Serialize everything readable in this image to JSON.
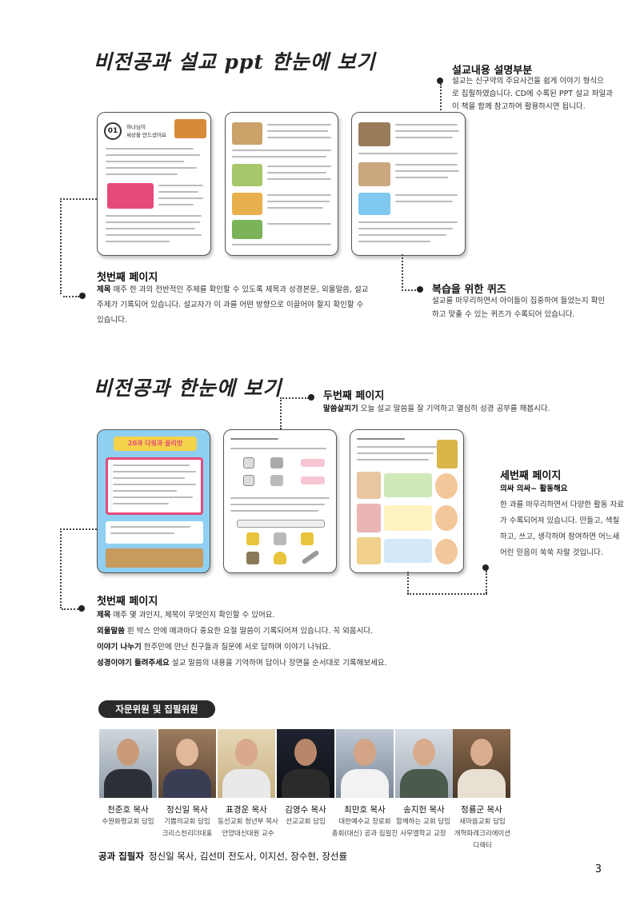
{
  "section1": {
    "title": "비전공과 설교 ppt 한눈에 보기",
    "explain_head": "설교내용 설명부분",
    "explain_lines": [
      "설교는 신구약의 주요사건을 쉽게 이야기 형식으",
      "로 집필하였습니다. CD에 수록된 PPT 설교 파일과",
      "이 책을 함께 참고하여 활용하시면 됩니다."
    ],
    "page1_head": "첫번째 페이지",
    "page1_label": "제목",
    "page1_lines": [
      " 매주 한 과의 전반적인 주제를 확인할 수 있도록 제목과 성경본문, 외울말씀, 설교",
      "주제가 기록되어 있습니다. 설교자가 이 과를 어떤 방향으로 이끌어야 할지 확인할 수",
      "있습니다."
    ],
    "quiz_head": "복습을 위한 퀴즈",
    "quiz_lines": [
      "설교를 마무리하면서 아이들이 집중하여 들었는지 확인",
      "하고 맞출 수 있는 퀴즈가 수록되어 있습니다."
    ],
    "thumb1_number": "01",
    "thumb1_title": "하나님이",
    "thumb1_title2": "세상을 만드셨어요"
  },
  "section2": {
    "title": "비전공과 한눈에 보기",
    "p2_head": "두번째 페이지",
    "p2_label": "말씀살피기",
    "p2_text": " 오늘 설교 말씀을 잘 기억하고 열심히 성경 공부를 해봅시다.",
    "p3_head": "세번째 페이지",
    "p3_label": "의싸 의싸~ 활동해요",
    "p3_lines": [
      "한 과를 마무리하면서 다양한 활동 자료",
      "가 수록되어져 있습니다. 만들고, 색칠",
      "하고, 쓰고, 생각하며 참여하면 어느새",
      "어린 믿음이 쑥쑥 자랄 것입니다."
    ],
    "p1_head": "첫번째 페이지",
    "p1_items": [
      {
        "label": "제목",
        "text": " 매주 몇 과인지, 제목이 무엇인지 확인할 수 있어요."
      },
      {
        "label": "외울말씀",
        "text": " 흰 박스 안에 매과마다 중요한 요절 말씀이 기록되어져 있습니다. 꼭 외웁시다."
      },
      {
        "label": "이야기 나누기",
        "text": " 한주만에 만난 친구들과 질문에 서로 답하며 이야기 나눠요."
      },
      {
        "label": "성경이야기 들려주세요",
        "text": " 설교 말씀의 내용을 기억하며 답이나 장면을 순서대로 기록해보세요."
      }
    ],
    "thumb1_title": "20과 다윗과 골리앗"
  },
  "committee": {
    "badge": "자문위원 및 집필위원",
    "members": [
      {
        "name": "천준호 목사",
        "roles": [
          "수원화평교회 담임"
        ]
      },
      {
        "name": "정신일 목사",
        "roles": [
          "기쁨의교회 담임",
          "크리스천리더대표"
        ]
      },
      {
        "name": "표경운 목사",
        "roles": [
          "동선교회 청년부 목사",
          "안양대신대원 교수"
        ]
      },
      {
        "name": "김영수 목사",
        "roles": [
          "선교교회 담임"
        ]
      },
      {
        "name": "최만호 목사",
        "roles": [
          "대한예수교 장로회",
          "총회(대신) 공과 집필진"
        ]
      },
      {
        "name": "송지헌 목사",
        "roles": [
          "함께하는 교회 담임",
          "사무엘학교 교장"
        ]
      },
      {
        "name": "정룡군 목사",
        "roles": [
          "새마음교회 담임",
          "개혁파레크리에이션",
          "디렉터"
        ]
      }
    ],
    "writers_label": "공과 집필자",
    "writers": "정신일 목사, 김선미 전도사, 이지선, 장수현, 장선률"
  },
  "page_number": "3",
  "colors": {
    "accent_pink": "#e64a7b",
    "sky_blue": "#7fc8ef",
    "dark": "#222222"
  }
}
